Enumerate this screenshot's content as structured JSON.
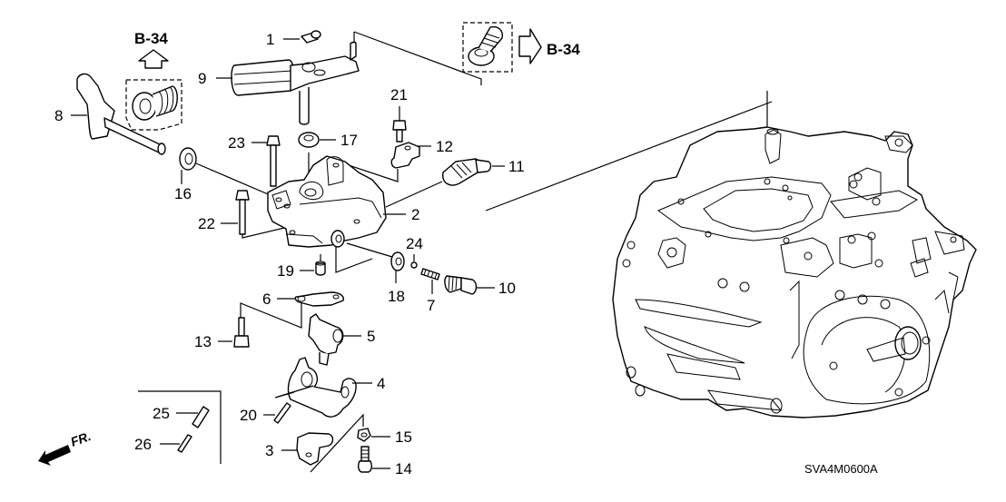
{
  "diagram": {
    "title": "Transmission change lever / shift control assembly exploded view",
    "diagram_code": "SVA4M0600A",
    "front_indicator": "FR.",
    "references": [
      {
        "id": "ref-b34-left",
        "label": "B-34",
        "direction": "up"
      },
      {
        "id": "ref-b34-right",
        "label": "B-34",
        "direction": "right"
      }
    ],
    "callouts": [
      {
        "number": "1"
      },
      {
        "number": "2"
      },
      {
        "number": "3"
      },
      {
        "number": "4"
      },
      {
        "number": "5"
      },
      {
        "number": "6"
      },
      {
        "number": "7"
      },
      {
        "number": "8"
      },
      {
        "number": "9"
      },
      {
        "number": "10"
      },
      {
        "number": "11"
      },
      {
        "number": "12"
      },
      {
        "number": "13"
      },
      {
        "number": "14"
      },
      {
        "number": "15"
      },
      {
        "number": "16"
      },
      {
        "number": "17"
      },
      {
        "number": "18"
      },
      {
        "number": "19"
      },
      {
        "number": "20"
      },
      {
        "number": "21"
      },
      {
        "number": "22"
      },
      {
        "number": "23"
      },
      {
        "number": "24"
      },
      {
        "number": "25"
      },
      {
        "number": "26"
      }
    ]
  }
}
